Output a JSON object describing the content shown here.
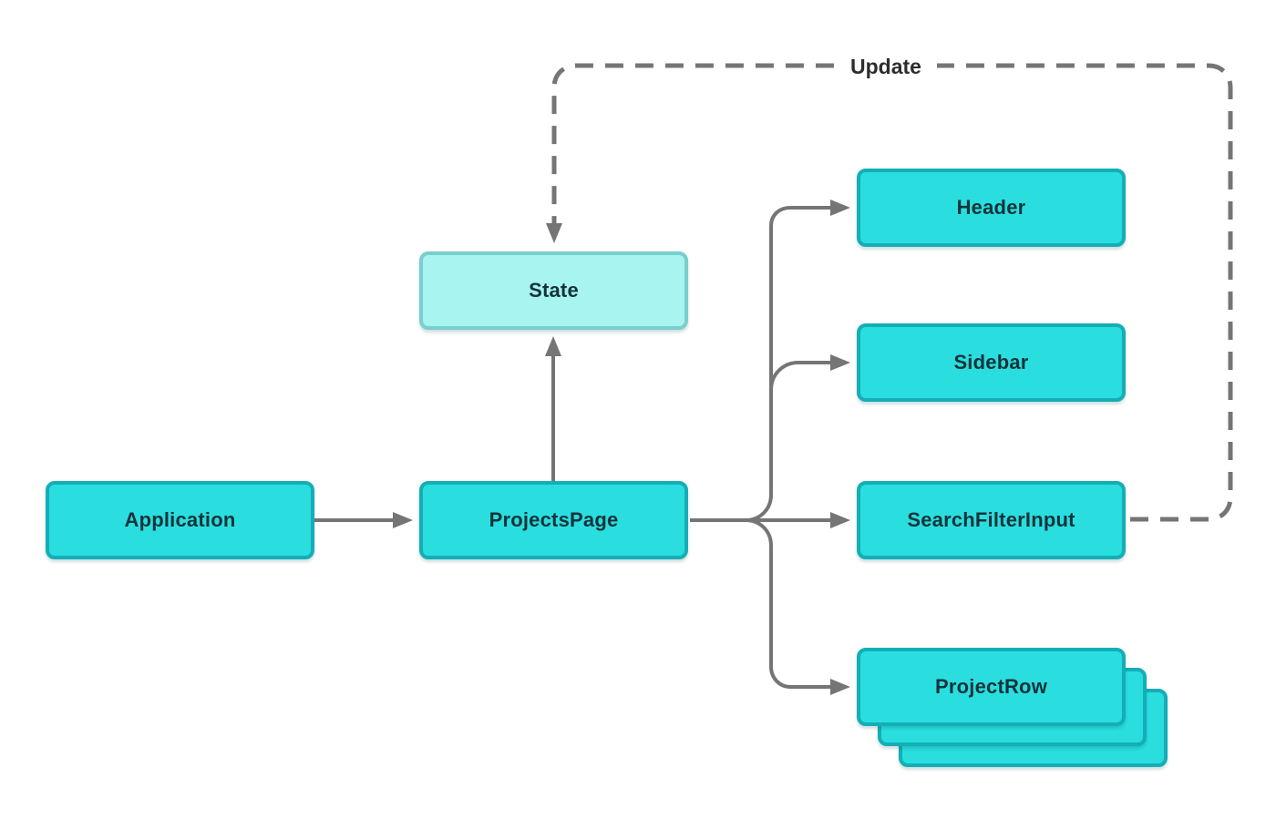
{
  "diagram": {
    "nodes": [
      {
        "id": "application",
        "label": "Application",
        "type": "component"
      },
      {
        "id": "projects-page",
        "label": "ProjectsPage",
        "type": "component"
      },
      {
        "id": "state",
        "label": "State",
        "type": "state"
      },
      {
        "id": "header",
        "label": "Header",
        "type": "component"
      },
      {
        "id": "sidebar",
        "label": "Sidebar",
        "type": "component"
      },
      {
        "id": "search-filter-input",
        "label": "SearchFilterInput",
        "type": "component"
      },
      {
        "id": "project-row",
        "label": "ProjectRow",
        "type": "component-stack"
      }
    ],
    "edges": [
      {
        "from": "application",
        "to": "projects-page",
        "style": "solid-arrow"
      },
      {
        "from": "projects-page",
        "to": "state",
        "style": "solid-arrow"
      },
      {
        "from": "projects-page",
        "to": "header",
        "style": "solid-arrow"
      },
      {
        "from": "projects-page",
        "to": "sidebar",
        "style": "solid-arrow"
      },
      {
        "from": "projects-page",
        "to": "search-filter-input",
        "style": "solid-arrow"
      },
      {
        "from": "projects-page",
        "to": "project-row",
        "style": "solid-arrow"
      },
      {
        "from": "search-filter-input",
        "to": "state",
        "style": "dashed-arrow",
        "label": "Update"
      }
    ],
    "colors": {
      "node_fill": "#2ADEDF",
      "node_border": "#14AEB6",
      "state_fill": "#A8F4F1",
      "state_border": "#79CFCC",
      "connector": "#757575",
      "node_text": "#14333A",
      "label_text": "#2D2D2D",
      "background": "#FFFFFF"
    }
  }
}
